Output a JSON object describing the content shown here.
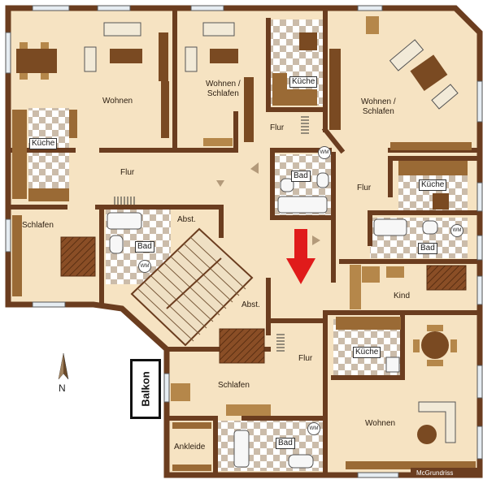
{
  "rooms": {
    "wohnen_nw": "Wohnen",
    "wohnen_schlafen_n": "Wohnen /\nSchlafen",
    "wohnen_schlafen_ne": "Wohnen /\nSchlafen",
    "flur_w": "Flur",
    "flur_n": "Flur",
    "flur_e": "Flur",
    "flur_s": "Flur",
    "schlafen_w": "Schlafen",
    "schlafen_s": "Schlafen",
    "abst_w": "Abst.",
    "abst_s": "Abst.",
    "kind": "Kind",
    "wohnen_se": "Wohnen",
    "ankleide": "Ankleide"
  },
  "boxed": {
    "kueche_w": "Küche",
    "kueche_n": "Küche",
    "kueche_e": "Küche",
    "bad_w": "Bad",
    "bad_mid": "Bad",
    "bad_e": "Bad",
    "bad_s": "Bad"
  },
  "appliance": "WM",
  "balkon": "Balkon",
  "north": "N",
  "credit": "McGrundriss",
  "colors": {
    "wall": "#6b3d1f",
    "floor": "#f6e3c2",
    "tile_light": "#ffffff",
    "tile_dark": "#c9b9a7",
    "furniture": "#b5874a",
    "furniture_dark": "#7a4a22",
    "arrow": "#e01b1b",
    "window": "#dfe7ee"
  }
}
